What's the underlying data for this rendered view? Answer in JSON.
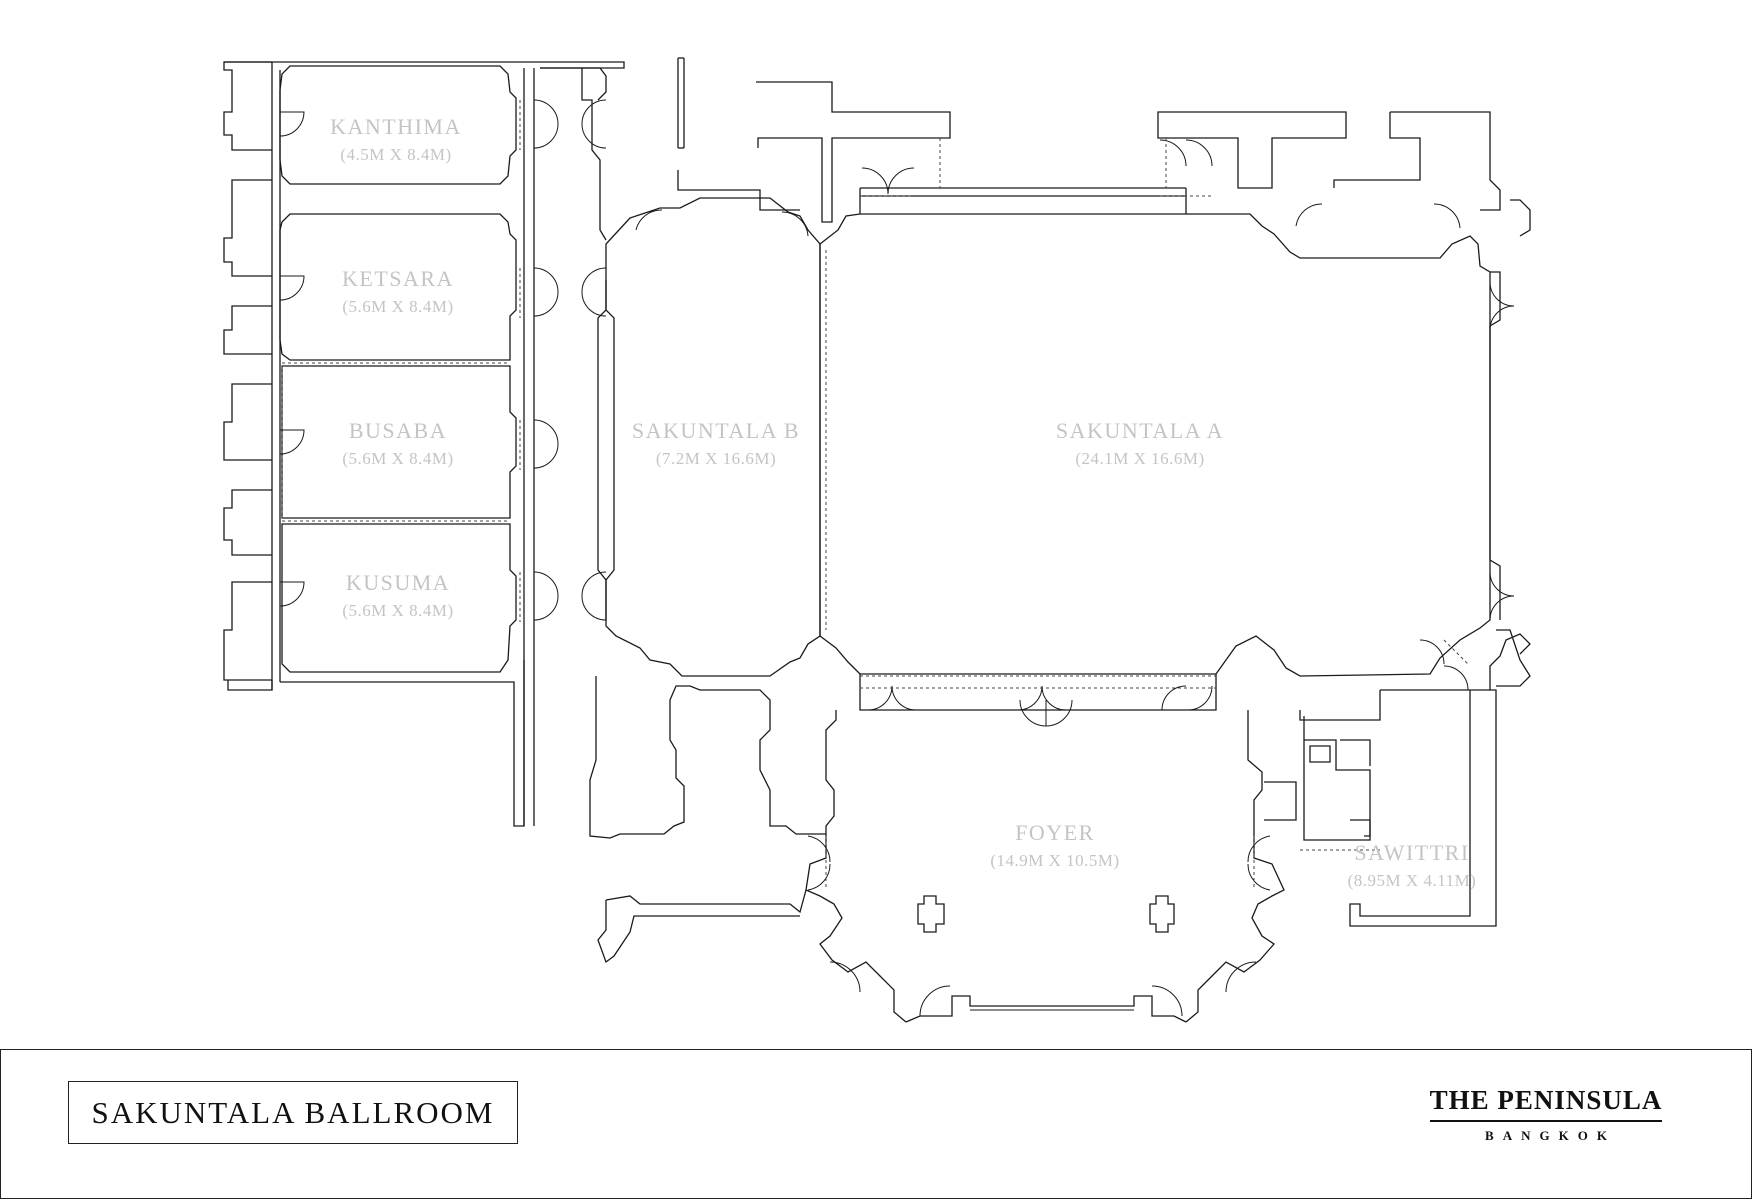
{
  "floorplan": {
    "rooms": [
      {
        "id": "kanthima",
        "name": "KANTHIMA",
        "dims": "(4.5M X 8.4M)"
      },
      {
        "id": "ketsara",
        "name": "KETSARA",
        "dims": "(5.6M X 8.4M)"
      },
      {
        "id": "busaba",
        "name": "BUSABA",
        "dims": "(5.6M X 8.4M)"
      },
      {
        "id": "kusuma",
        "name": "KUSUMA",
        "dims": "(5.6M X 8.4M)"
      },
      {
        "id": "sakuntala-b",
        "name": "SAKUNTALA  B",
        "dims": "(7.2M X 16.6M)"
      },
      {
        "id": "sakuntala-a",
        "name": "SAKUNTALA  A",
        "dims": "(24.1M X 16.6M)"
      },
      {
        "id": "foyer",
        "name": "FOYER",
        "dims": "(14.9M X 10.5M)"
      },
      {
        "id": "sawittri",
        "name": "SAWITTRI",
        "dims": "(8.95M X 4.11M)"
      }
    ]
  },
  "footer": {
    "title": "SAKUNTALA BALLROOM",
    "brand": {
      "name": "THE PENINSULA",
      "location": "BANGKOK"
    }
  }
}
